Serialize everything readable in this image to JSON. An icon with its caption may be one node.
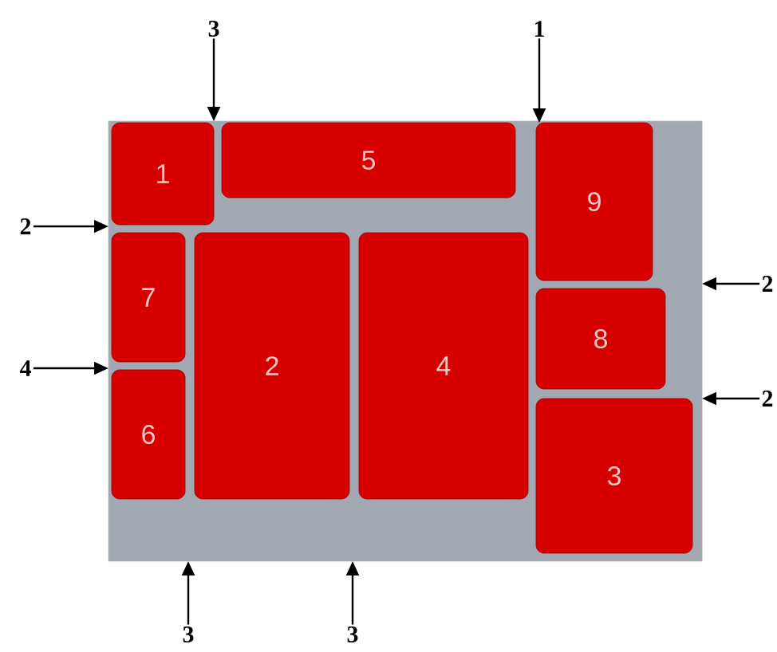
{
  "diagram": {
    "nodes": [
      {
        "text": [],
        "shape": "box"
      },
      {
        "text": [
          "1"
        ],
        "in": 0
      },
      {
        "text": [
          "5"
        ],
        "in": 0
      },
      {
        "text": [
          "9"
        ],
        "in": 0
      },
      {
        "text": [
          "7"
        ],
        "in": 0
      },
      {
        "text": [
          "2"
        ],
        "in": 0
      },
      {
        "text": [
          "4"
        ],
        "in": 0
      },
      {
        "text": [
          "8"
        ],
        "in": 0
      },
      {
        "text": [
          "6"
        ],
        "in": 0
      },
      {
        "text": [
          "3"
        ],
        "in": 0
      },
      {
        "text": [
          "3"
        ]
      },
      {
        "text": [
          "1"
        ]
      },
      {
        "text": [
          "2"
        ]
      },
      {
        "text": [
          "2"
        ]
      },
      {
        "text": [
          "4"
        ]
      },
      {
        "text": [
          "2"
        ]
      },
      {
        "text": [
          "3"
        ]
      },
      {
        "text": [
          "3"
        ]
      }
    ],
    "edges": [
      {
        "from": 10,
        "to": 0,
        "arrow": "to"
      },
      {
        "from": 11,
        "to": 3,
        "arrow": "to"
      },
      {
        "from": 12,
        "to": 0,
        "arrow": "to"
      },
      {
        "from": 13,
        "to": 0,
        "arrow": "to"
      },
      {
        "from": 14,
        "to": 0,
        "arrow": "to"
      },
      {
        "from": 15,
        "to": 0,
        "arrow": "to"
      },
      {
        "from": 16,
        "to": 0,
        "arrow": "to"
      },
      {
        "from": 17,
        "to": 0,
        "arrow": "to"
      }
    ]
  }
}
